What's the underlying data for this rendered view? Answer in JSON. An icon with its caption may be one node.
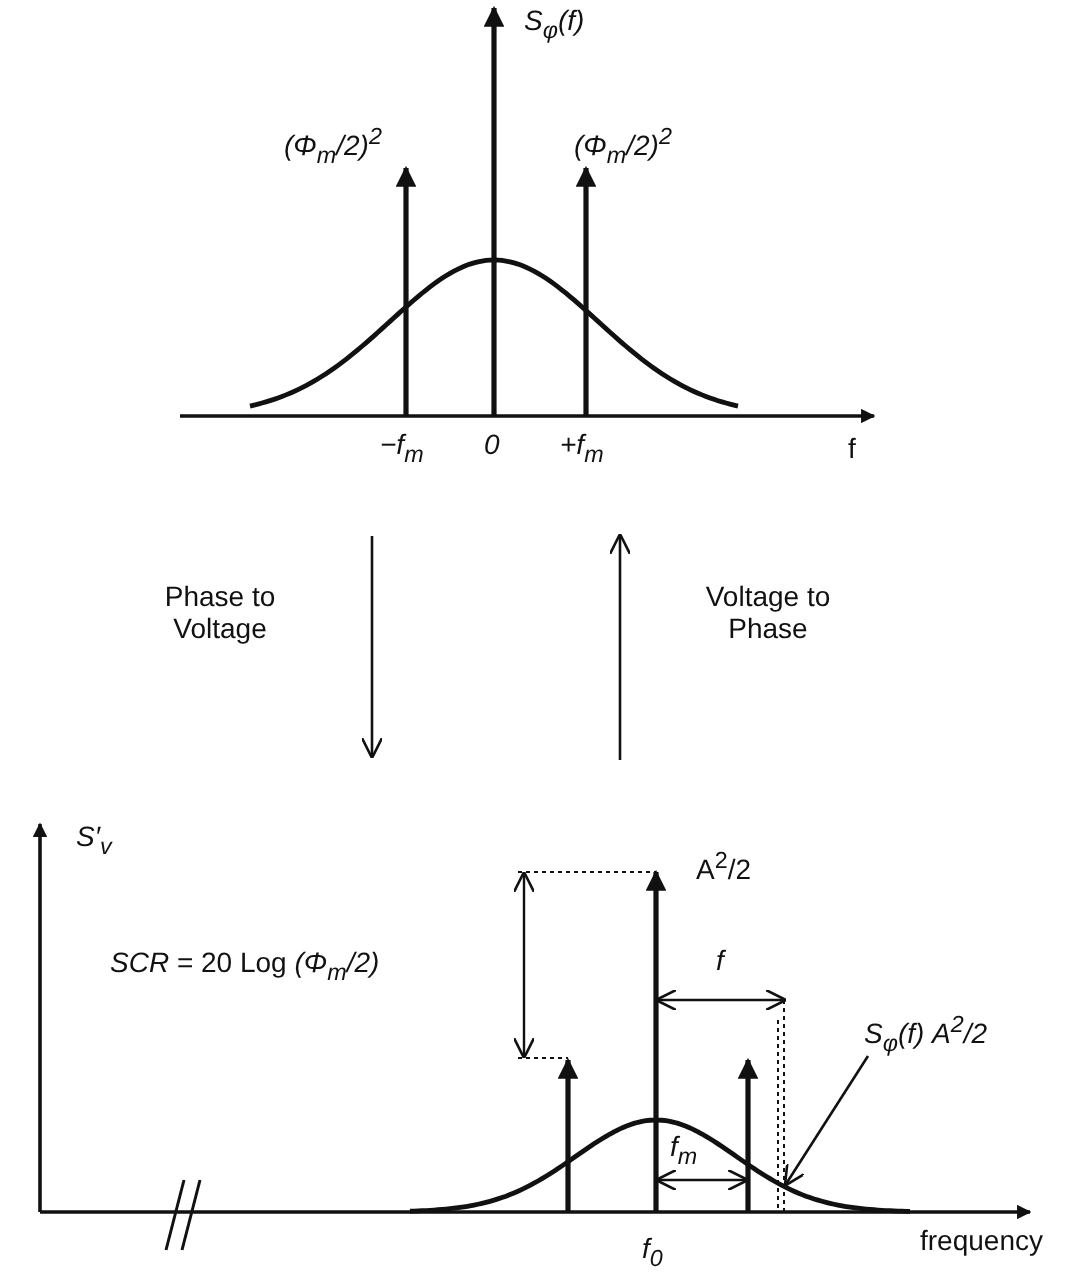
{
  "diagram": {
    "nodes": [
      {
        "text": [],
        "shape": "picture"
      },
      {
        "text": [],
        "shape": "picture"
      },
      {
        "text": [
          "S$_{φ}$(f) A$^{2}$/2"
        ],
        "in": 1
      }
    ],
    "edges": [
      {
        "from": 0,
        "to": 1,
        "arrow": "to",
        "label": "Phase to Voltage"
      },
      {
        "from": 1,
        "to": 0,
        "arrow": "to",
        "label": "Voltage to Phase"
      },
      {
        "from": 2,
        "to": 1,
        "arrow": "to"
      }
    ],
    "labels": [
      "S$_{φ}$(f)",
      "(Φ$_{m}$/2)$^{2}$",
      "(Φ$_{m}$/2)$^{2}$",
      "−f$_{m}$",
      "0",
      "+f$_{m}$",
      "f",
      "S′$_{v}$",
      "A$^{2}$/2",
      "*SCR* = 20 Log *(Φ$_{m}$/2)*",
      "f",
      "f$_{m}$",
      "f$_{0}$",
      "frequency"
    ]
  }
}
